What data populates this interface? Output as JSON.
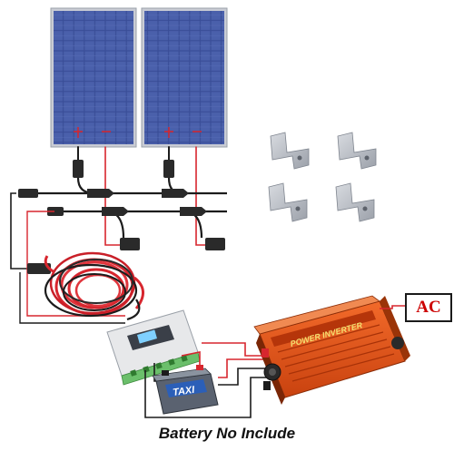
{
  "labels": {
    "ac": "AC",
    "caption": "Battery No Include",
    "inverter_brand": "POWER INVERTER",
    "battery_brand": "TAXI"
  },
  "colors": {
    "panel_cell": "#3b4f9a",
    "panel_frame": "#c9ccd4",
    "wire_red": "#d7262e",
    "wire_black": "#1c1c1c",
    "inverter_body": "#e2571e",
    "ac_text": "#cc0000"
  },
  "icons": {
    "solar_panel": "solar-panel-icon",
    "bracket": "z-bracket-icon",
    "charge_controller": "charge-controller-icon",
    "battery": "battery-icon",
    "inverter": "inverter-icon"
  }
}
